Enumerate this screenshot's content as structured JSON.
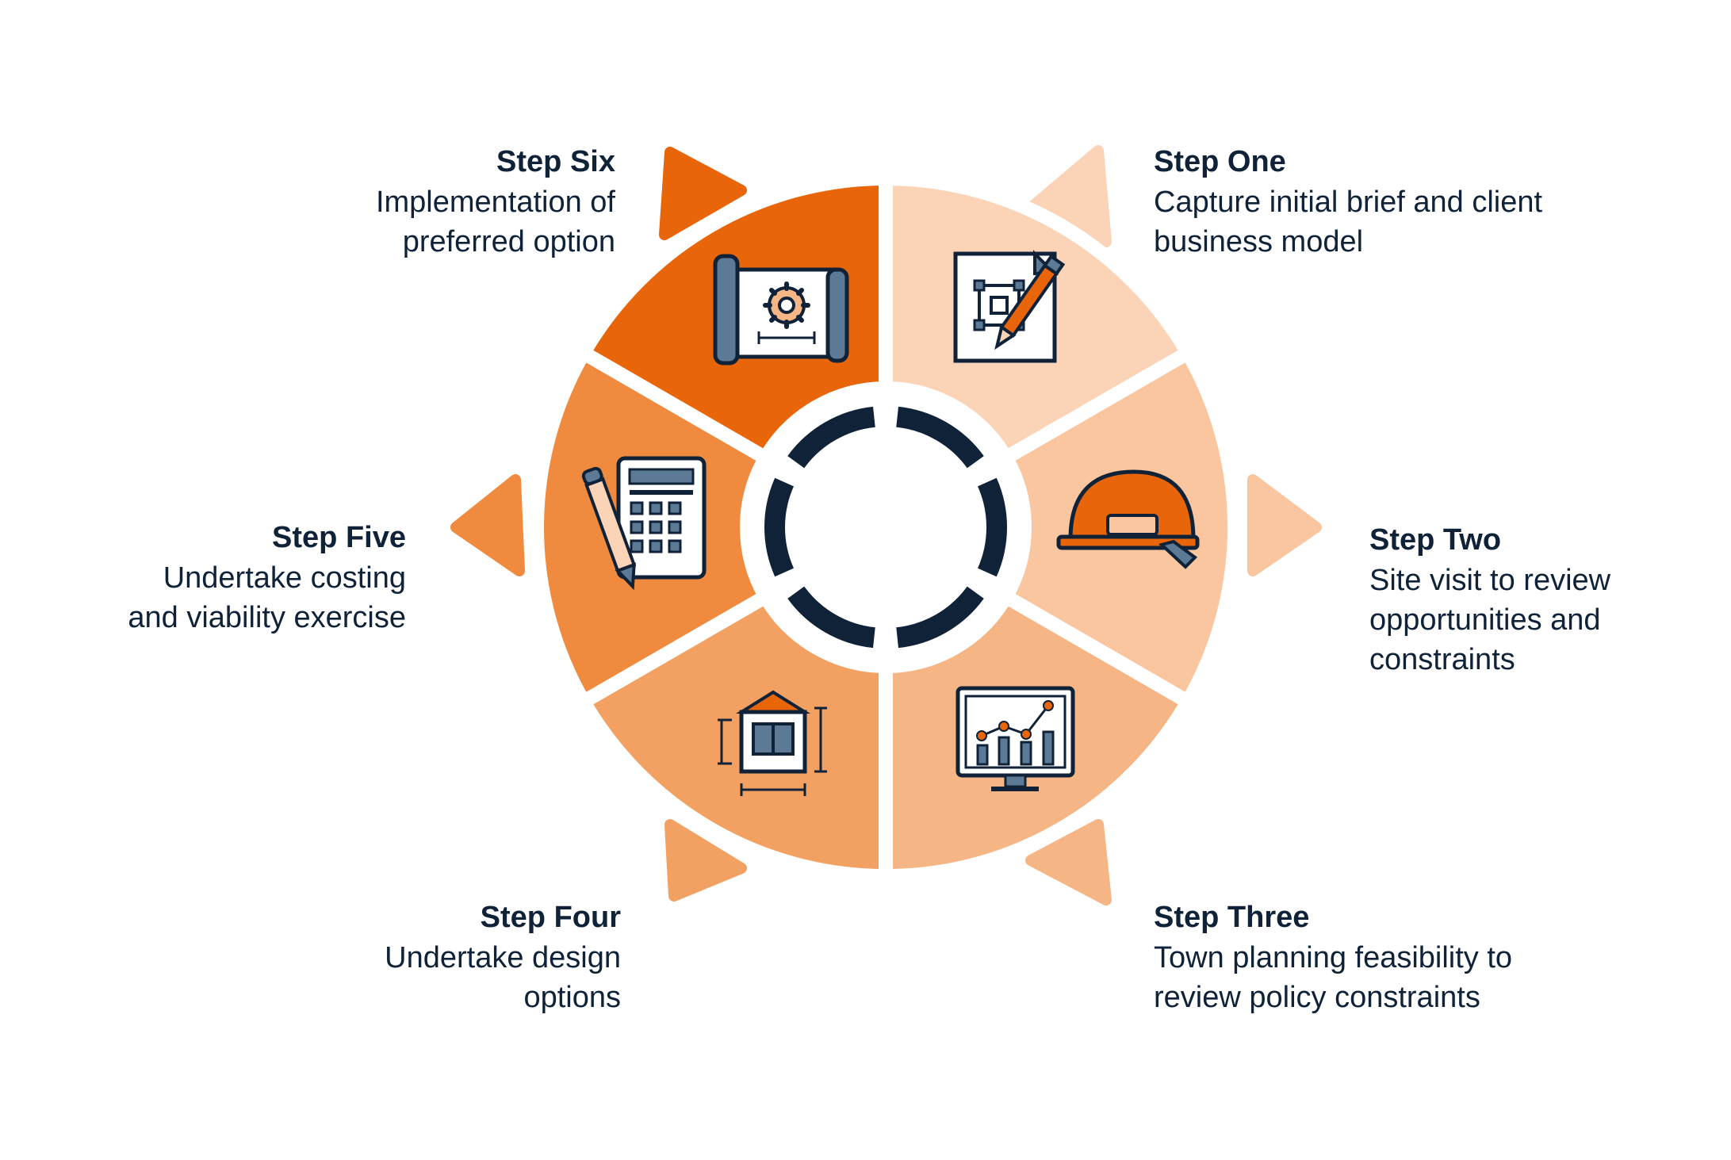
{
  "colors": {
    "navy": "#0f2238",
    "slate": "#5c7a96",
    "step1": "#fbd4b7",
    "step2": "#f9c6a0",
    "step3": "#f5b585",
    "step4": "#f2a162",
    "step5": "#ef8a3e",
    "step6": "#e8650a",
    "white": "#ffffff"
  },
  "steps": [
    {
      "title": "Step One",
      "desc": [
        "Capture initial brief and client",
        "business model"
      ],
      "icon": "drawing-pencil-icon"
    },
    {
      "title": "Step Two",
      "desc": [
        "Site visit to review",
        "opportunities and",
        "constraints"
      ],
      "icon": "hard-hat-icon"
    },
    {
      "title": "Step Three",
      "desc": [
        "Town planning feasibility to",
        "review policy constraints"
      ],
      "icon": "chart-monitor-icon"
    },
    {
      "title": "Step Four",
      "desc": [
        "Undertake design",
        "options"
      ],
      "icon": "house-plan-icon"
    },
    {
      "title": "Step Five",
      "desc": [
        "Undertake costing",
        "and viability exercise"
      ],
      "icon": "calculator-icon"
    },
    {
      "title": "Step Six",
      "desc": [
        "Implementation of",
        "preferred option"
      ],
      "icon": "blueprint-gear-icon"
    }
  ]
}
